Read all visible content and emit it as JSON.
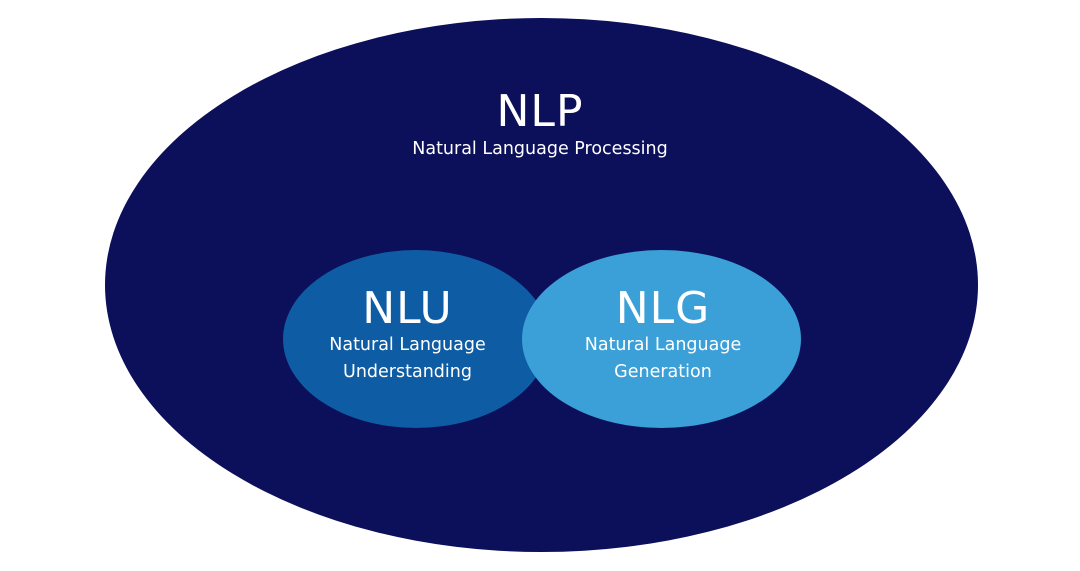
{
  "outer": {
    "title": "NLP",
    "subtitle": "Natural Language Processing",
    "color": "#0c0f5a"
  },
  "left": {
    "title": "NLU",
    "line1": "Natural Language",
    "line2": "Understanding",
    "color": "#0e5ca3"
  },
  "right": {
    "title": "NLG",
    "line1": "Natural Language",
    "line2": "Generation",
    "color": "#3ba0d8"
  }
}
